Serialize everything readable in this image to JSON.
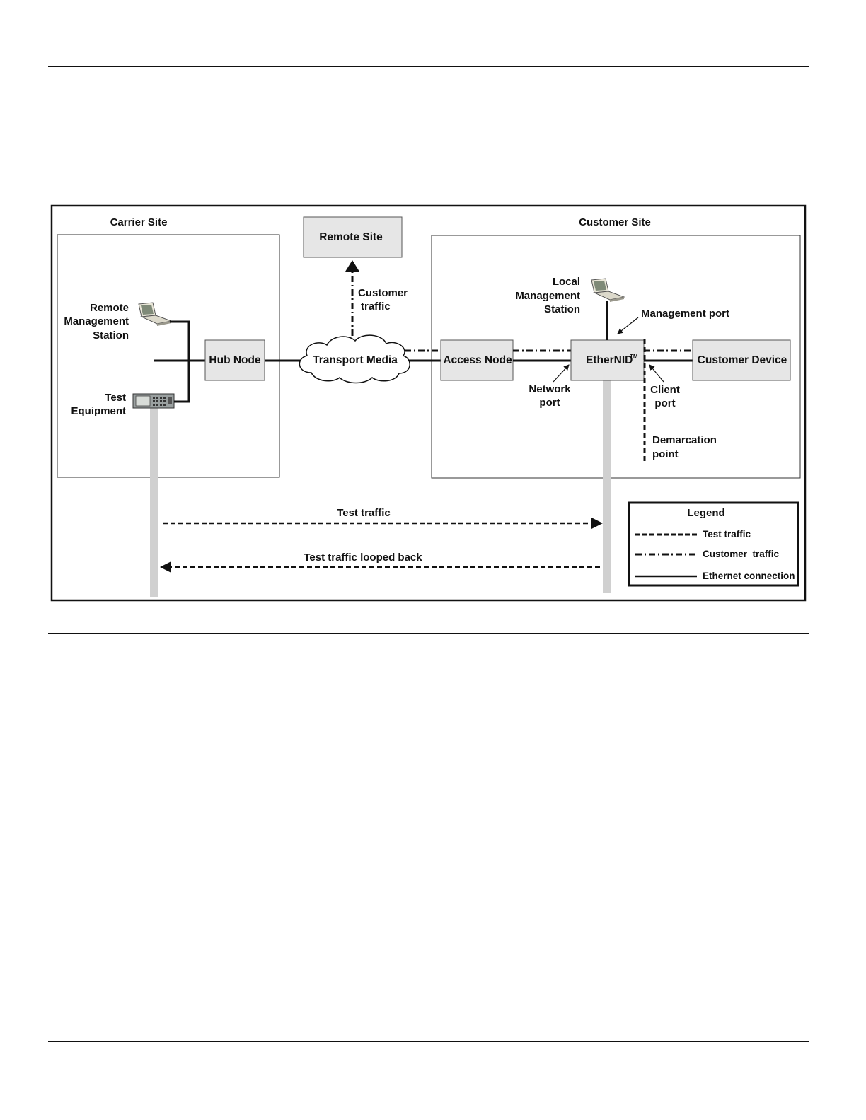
{
  "diagram": {
    "carrier_site": {
      "title": "Carrier Site"
    },
    "customer_site": {
      "title": "Customer Site"
    },
    "remote_site": {
      "label": "Remote Site"
    },
    "customer_traffic_up": {
      "line1": "Customer",
      "line2": "traffic"
    },
    "remote_mgmt_station": {
      "line1": "Remote",
      "line2": "Management",
      "line3": "Station"
    },
    "test_equipment": {
      "line1": "Test",
      "line2": "Equipment"
    },
    "hub_node": {
      "label": "Hub Node"
    },
    "transport_media": {
      "label": "Transport Media"
    },
    "access_node": {
      "label": "Access Node"
    },
    "ethernid": {
      "label": "EtherNID",
      "tm": "TM"
    },
    "customer_device": {
      "label": "Customer Device"
    },
    "local_mgmt_station": {
      "line1": "Local",
      "line2": "Management",
      "line3": "Station"
    },
    "management_port": {
      "label": "Management port"
    },
    "network_port": {
      "line1": "Network",
      "line2": "port"
    },
    "client_port": {
      "line1": "Client",
      "line2": "port"
    },
    "demarcation_point": {
      "line1": "Demarcation",
      "line2": "point"
    },
    "test_traffic": {
      "label": "Test traffic"
    },
    "test_traffic_looped": {
      "label": "Test traffic looped back"
    },
    "legend": {
      "title": "Legend",
      "items": [
        {
          "label": "Test traffic"
        },
        {
          "label": "Customer  traffic"
        },
        {
          "label": "Ethernet connection"
        }
      ]
    }
  }
}
